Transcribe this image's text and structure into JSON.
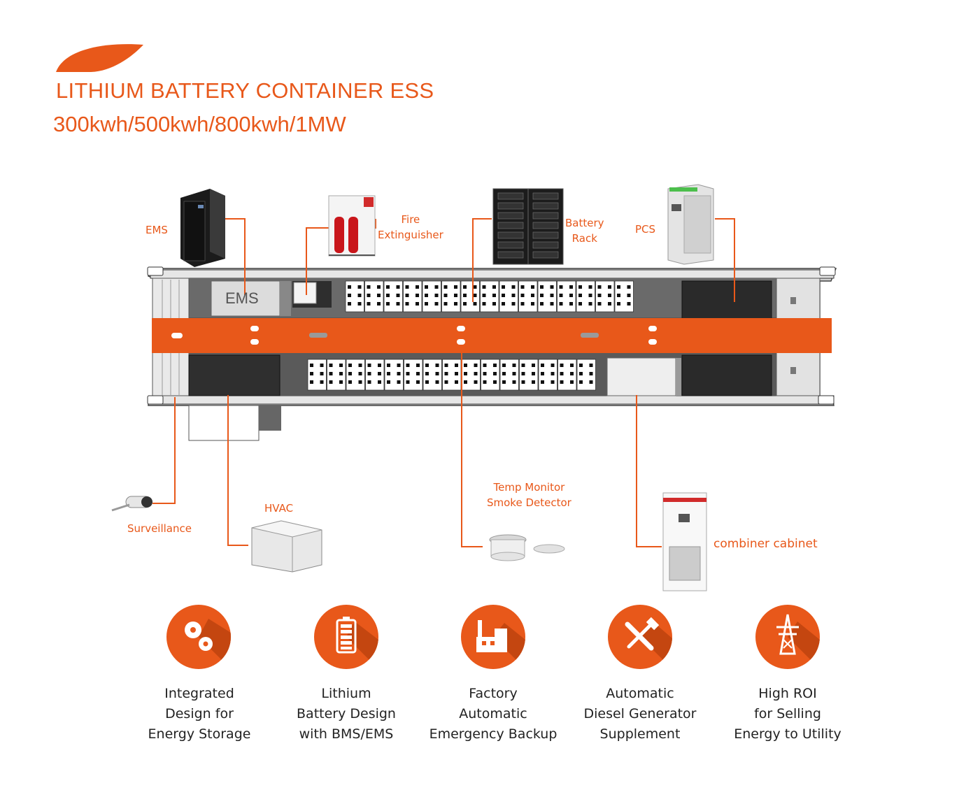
{
  "header": {
    "title": "LITHIUM BATTERY CONTAINER ESS",
    "subtitle": "300kwh/500kwh/800kwh/1MW",
    "accent_color": "#e8581a"
  },
  "diagram": {
    "ems_box_label": "EMS",
    "components": {
      "ems": "EMS",
      "fire": [
        "Fire",
        "Extinguisher"
      ],
      "battery": [
        "Battery",
        "Rack"
      ],
      "pcs": "PCS",
      "surveillance": "Surveillance",
      "hvac": "HVAC",
      "temp": [
        "Temp Monitor",
        "Smoke Detector"
      ],
      "combiner": "combiner cabinet"
    }
  },
  "features": [
    {
      "icon": "gears-icon",
      "lines": [
        "Integrated",
        "Design for",
        "Energy Storage"
      ]
    },
    {
      "icon": "battery-icon",
      "lines": [
        "Lithium",
        "Battery Design",
        "with BMS/EMS"
      ]
    },
    {
      "icon": "factory-icon",
      "lines": [
        "Factory",
        "Automatic",
        "Emergency Backup"
      ]
    },
    {
      "icon": "tools-icon",
      "lines": [
        "Automatic",
        "Diesel Generator",
        "Supplement"
      ]
    },
    {
      "icon": "power-tower-icon",
      "lines": [
        "High ROI",
        "for Selling",
        "Energy to Utility"
      ]
    }
  ]
}
